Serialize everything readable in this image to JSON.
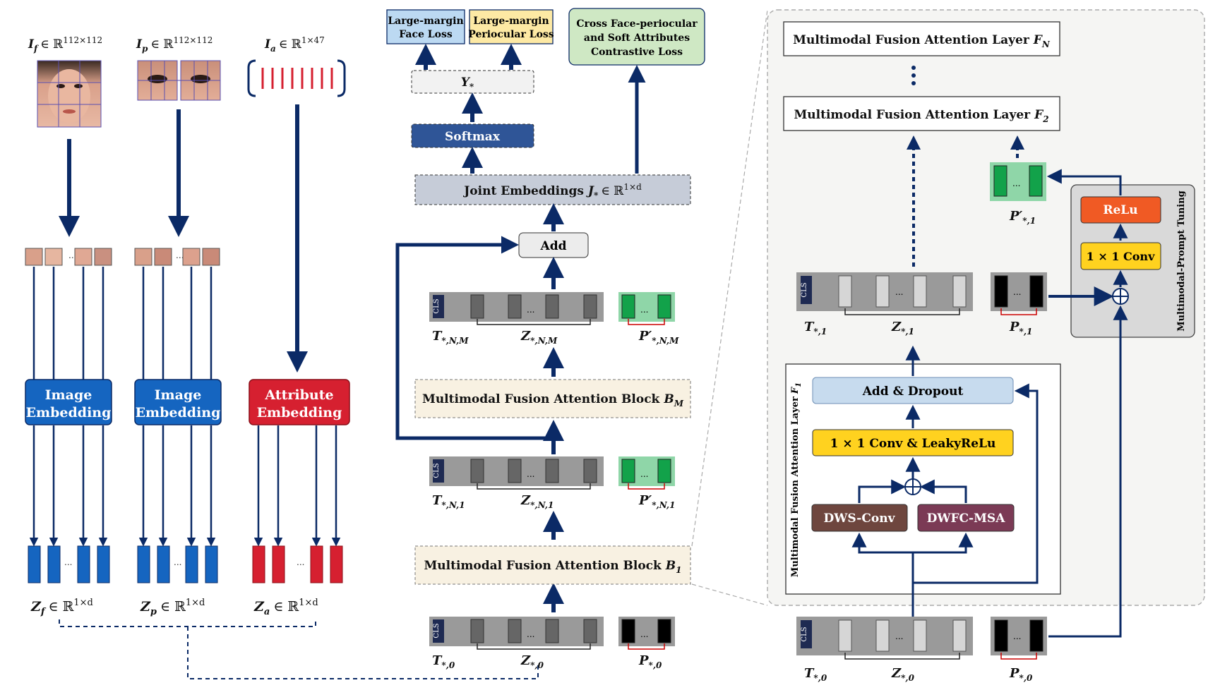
{
  "inputs": {
    "face": {
      "symbol": "I",
      "sub": "f",
      "space": "∈ ℝ",
      "sup": "112×112"
    },
    "periocular": {
      "symbol": "I",
      "sub": "p",
      "space": "∈ ℝ",
      "sup": "112×112"
    },
    "attribute": {
      "symbol": "I",
      "sub": "a",
      "space": "∈ ℝ",
      "sup": "1×47"
    }
  },
  "embeddings": {
    "face": {
      "line1": "Image",
      "line2": "Embedding"
    },
    "periocular": {
      "line1": "Image",
      "line2": "Embedding"
    },
    "attribute": {
      "line1": "Attribute",
      "line2": "Embedding"
    }
  },
  "outputs": {
    "face": {
      "symbol": "Z",
      "sub": "f",
      "space": "∈ ℝ",
      "sup": "1×d"
    },
    "periocular": {
      "symbol": "Z",
      "sub": "p",
      "space": "∈ ℝ",
      "sup": "1×d"
    },
    "attribute": {
      "symbol": "Z",
      "sub": "a",
      "space": "∈ ℝ",
      "sup": "1×d"
    }
  },
  "losses": {
    "face": {
      "line1": "Large-margin",
      "line2": "Face Loss"
    },
    "periocular": {
      "line1": "Large-margin",
      "line2": "Periocular Loss"
    },
    "contrastive": {
      "line1": "Cross Face-periocular",
      "line2": "and Soft Attributes",
      "line3": "Contrastive Loss"
    }
  },
  "middle": {
    "y_label": "Y",
    "y_sub": "*",
    "softmax": "Softmax",
    "joint": "Joint Embeddings",
    "joint_sym": "J",
    "joint_sub": "*",
    "joint_space": "∈ ℝ",
    "joint_sup": "1×d",
    "add": "Add",
    "block_m": "Multimodal Fusion Attention Block",
    "block_m_sym": "B",
    "block_m_sub": "M",
    "block_1": "Multimodal Fusion Attention Block",
    "block_1_sym": "B",
    "block_1_sub": "1",
    "row_nm": {
      "t_sub": "*,N,M",
      "z_sub": "*,N,M",
      "p_sub": "*,N,M"
    },
    "row_n1": {
      "t_sub": "*,N,1",
      "z_sub": "*,N,1",
      "p_sub": "*,N,1"
    },
    "row_0": {
      "t_sub": "*,0",
      "z_sub": "*,0",
      "p_sub": "*,0"
    }
  },
  "right": {
    "layer_n": "Multimodal Fusion Attention Layer",
    "layer_n_sym": "F",
    "layer_n_sub": "N",
    "layer_2": "Multimodal Fusion Attention Layer",
    "layer_2_sym": "F",
    "layer_2_sub": "2",
    "layer_1_vertical": "Multimodal  Fusion Attention Layer",
    "layer_1_sym": "F",
    "layer_1_sub": "1",
    "add_dropout": "Add & Dropout",
    "conv_leaky": "1 × 1 Conv & LeakyReLu",
    "dws_conv": "DWS-Conv",
    "dwfc_msa": "DWFC-MSA",
    "relu": "ReLu",
    "conv1x1": "1 × 1 Conv",
    "prompt_tuning": "Multimodal-Prompt Tuning",
    "row_1": {
      "t_sub": "*,1",
      "z_sub": "*,1",
      "p_sub": "*,1",
      "pp_sub": "*,1"
    },
    "row_0": {
      "t_sub": "*,0",
      "z_sub": "*,0",
      "p_sub": "*,0"
    }
  },
  "common": {
    "cls": "CLS",
    "ellipsis": "...",
    "T": "T",
    "Z": "Z",
    "P": "P",
    "P_prime": "P′"
  },
  "colors": {
    "navy": "#0b2a66",
    "embed_blue": "#1565c0",
    "embed_red": "#d62030",
    "loss_blue": "#bcd9f2",
    "loss_yellow": "#fde9a4",
    "loss_green": "#cfe8c4",
    "softmax": "#2f5597",
    "conv_yellow": "#ffd21f",
    "relu_orange": "#f05a24",
    "dws_brown": "#6e463e",
    "dwfc_purple": "#7b3a55",
    "add_dropout": "#c7dbee",
    "block_beige": "#f8f1e2"
  }
}
